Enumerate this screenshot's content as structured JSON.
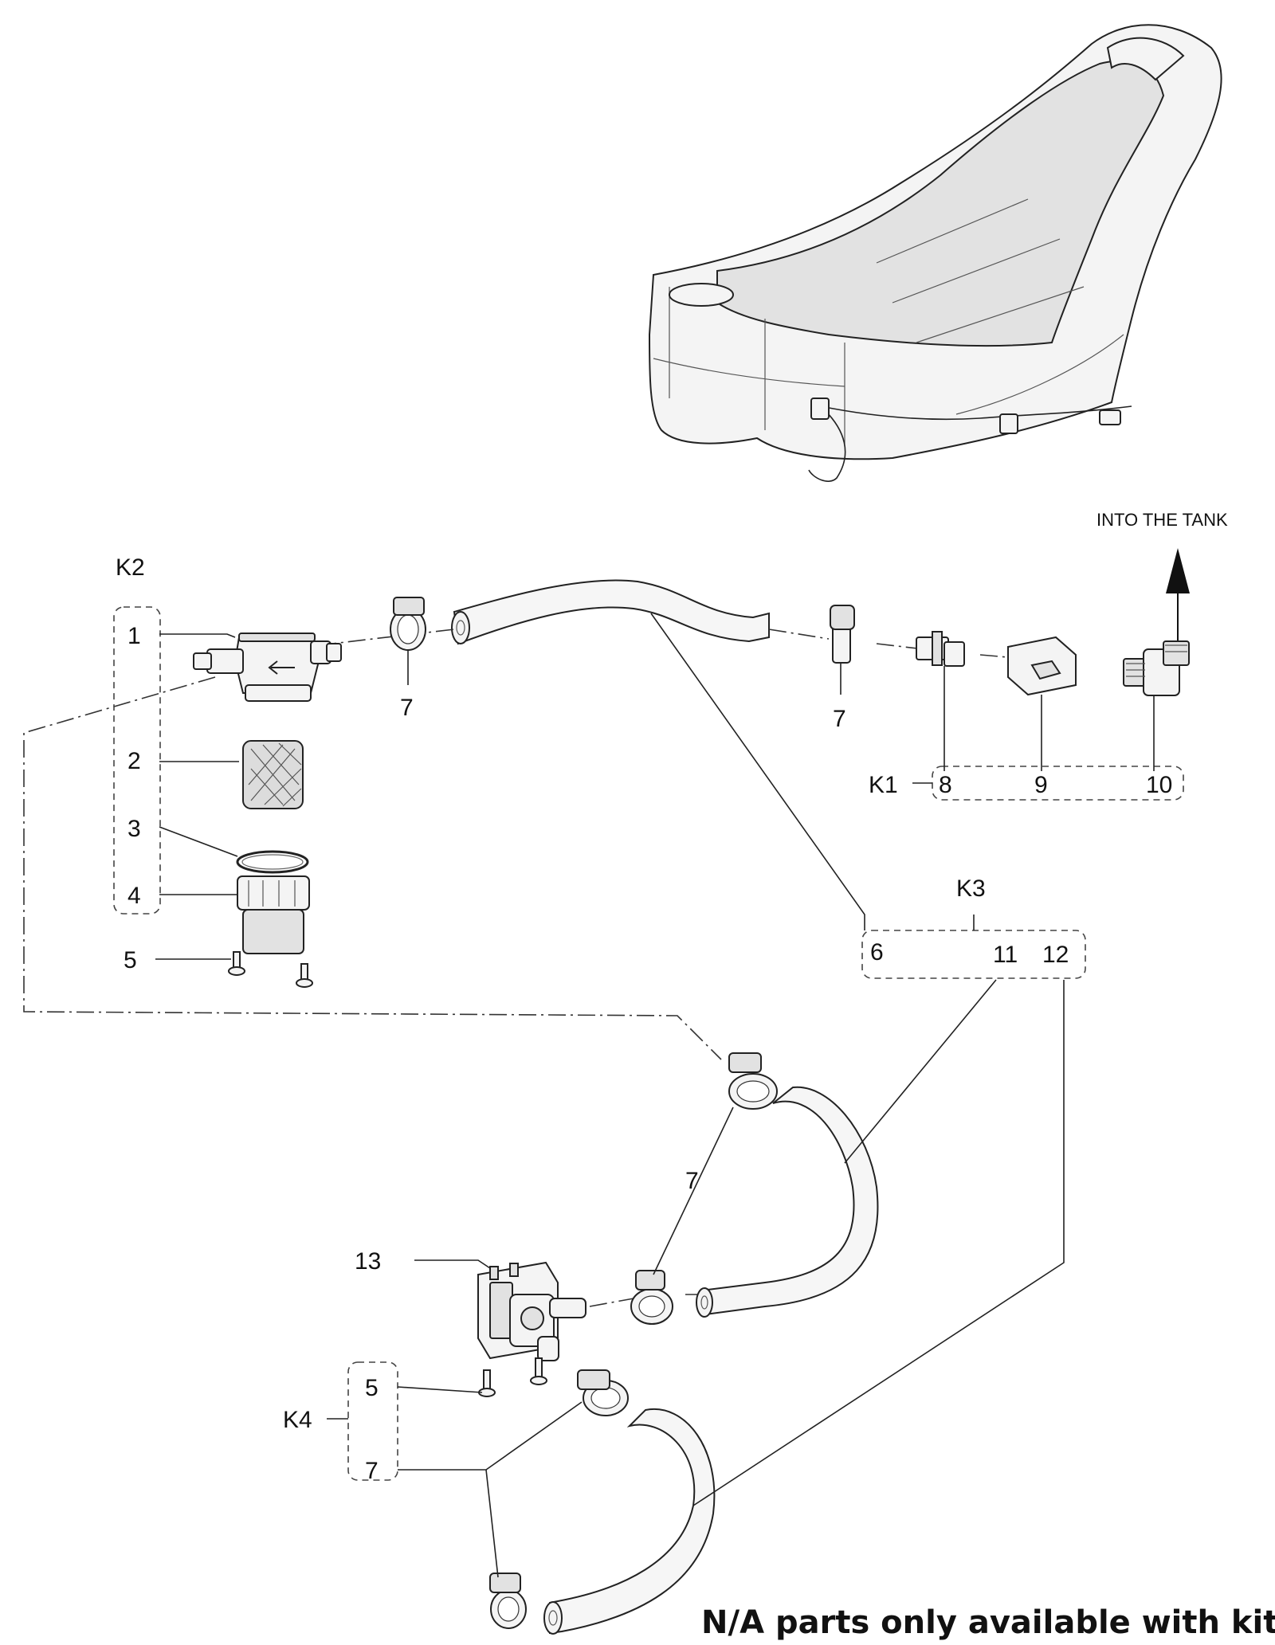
{
  "labels": {
    "k1": "K1",
    "k2": "K2",
    "k3": "K3",
    "k4": "K4",
    "p1": "1",
    "p2": "2",
    "p3": "3",
    "p4": "4",
    "p5a": "5",
    "p5b": "5",
    "p6": "6",
    "p7a": "7",
    "p7b": "7",
    "p7c": "7",
    "p7d": "7",
    "p8": "8",
    "p9": "9",
    "p10": "10",
    "p11": "11",
    "p12": "12",
    "p13": "13"
  },
  "arrow_text": "INTO THE TANK",
  "footer_note": "N/A parts only available with kits"
}
